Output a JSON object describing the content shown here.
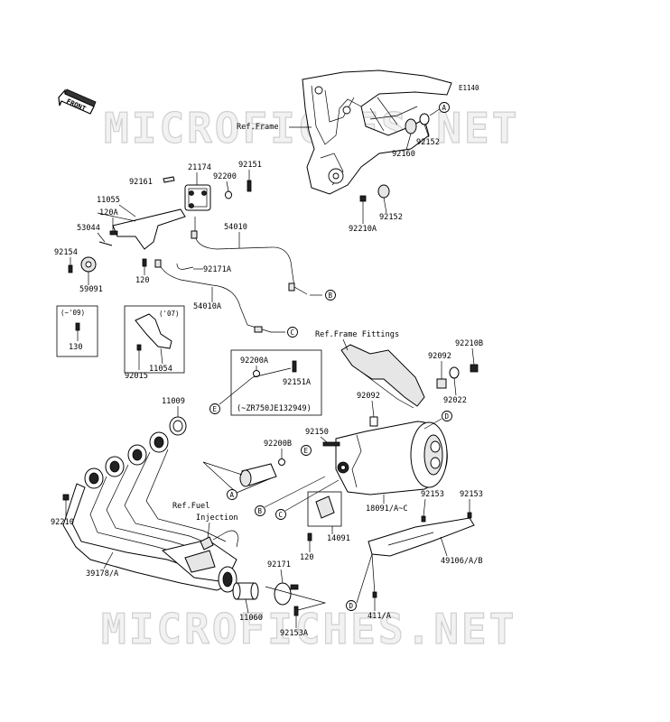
{
  "diagram_code": "E1140",
  "watermark": "MICROFICHES.NET",
  "front_label": "FRONT",
  "ref_labels": {
    "frame": "Ref.Frame",
    "frame_fittings": "Ref.Frame Fittings",
    "fuel_line1": "Ref.Fuel",
    "fuel_line2": "Injection"
  },
  "notes": {
    "to_09": "(~'09)",
    "from_07": "('07)",
    "serial": "(~ZR750JE132949)"
  },
  "callouts": [
    "A",
    "B",
    "C",
    "D",
    "E"
  ],
  "parts": {
    "p92152a": "92152",
    "p92160": "92160",
    "p92152b": "92152",
    "p92210a": "92210A",
    "p92161": "92161",
    "p21174": "21174",
    "p92200": "92200",
    "p92151": "92151",
    "p11055": "11055",
    "p120a": "120A",
    "p53044": "53044",
    "p92154": "92154",
    "p59091": "59091",
    "p120": "120",
    "p54010": "54010",
    "p92171a": "92171A",
    "p54010a": "54010A",
    "p130": "130",
    "p92015": "92015",
    "p11054": "11054",
    "p92200a": "92200A",
    "p92151a": "92151A",
    "p92210b": "92210B",
    "p92092a": "92092",
    "p92022": "92022",
    "p92092b": "92092",
    "p11009": "11009",
    "p92150": "92150",
    "p92200b": "92200B",
    "p18091": "18091/A~C",
    "p92153a": "92153",
    "p92153b": "92153",
    "p92210": "92210",
    "p14091": "14091",
    "p120b": "120",
    "p49106": "49106/A/B",
    "p39178": "39178/A",
    "p92171": "92171",
    "p11060": "11060",
    "p92153A": "92153A",
    "p411": "411/A"
  }
}
